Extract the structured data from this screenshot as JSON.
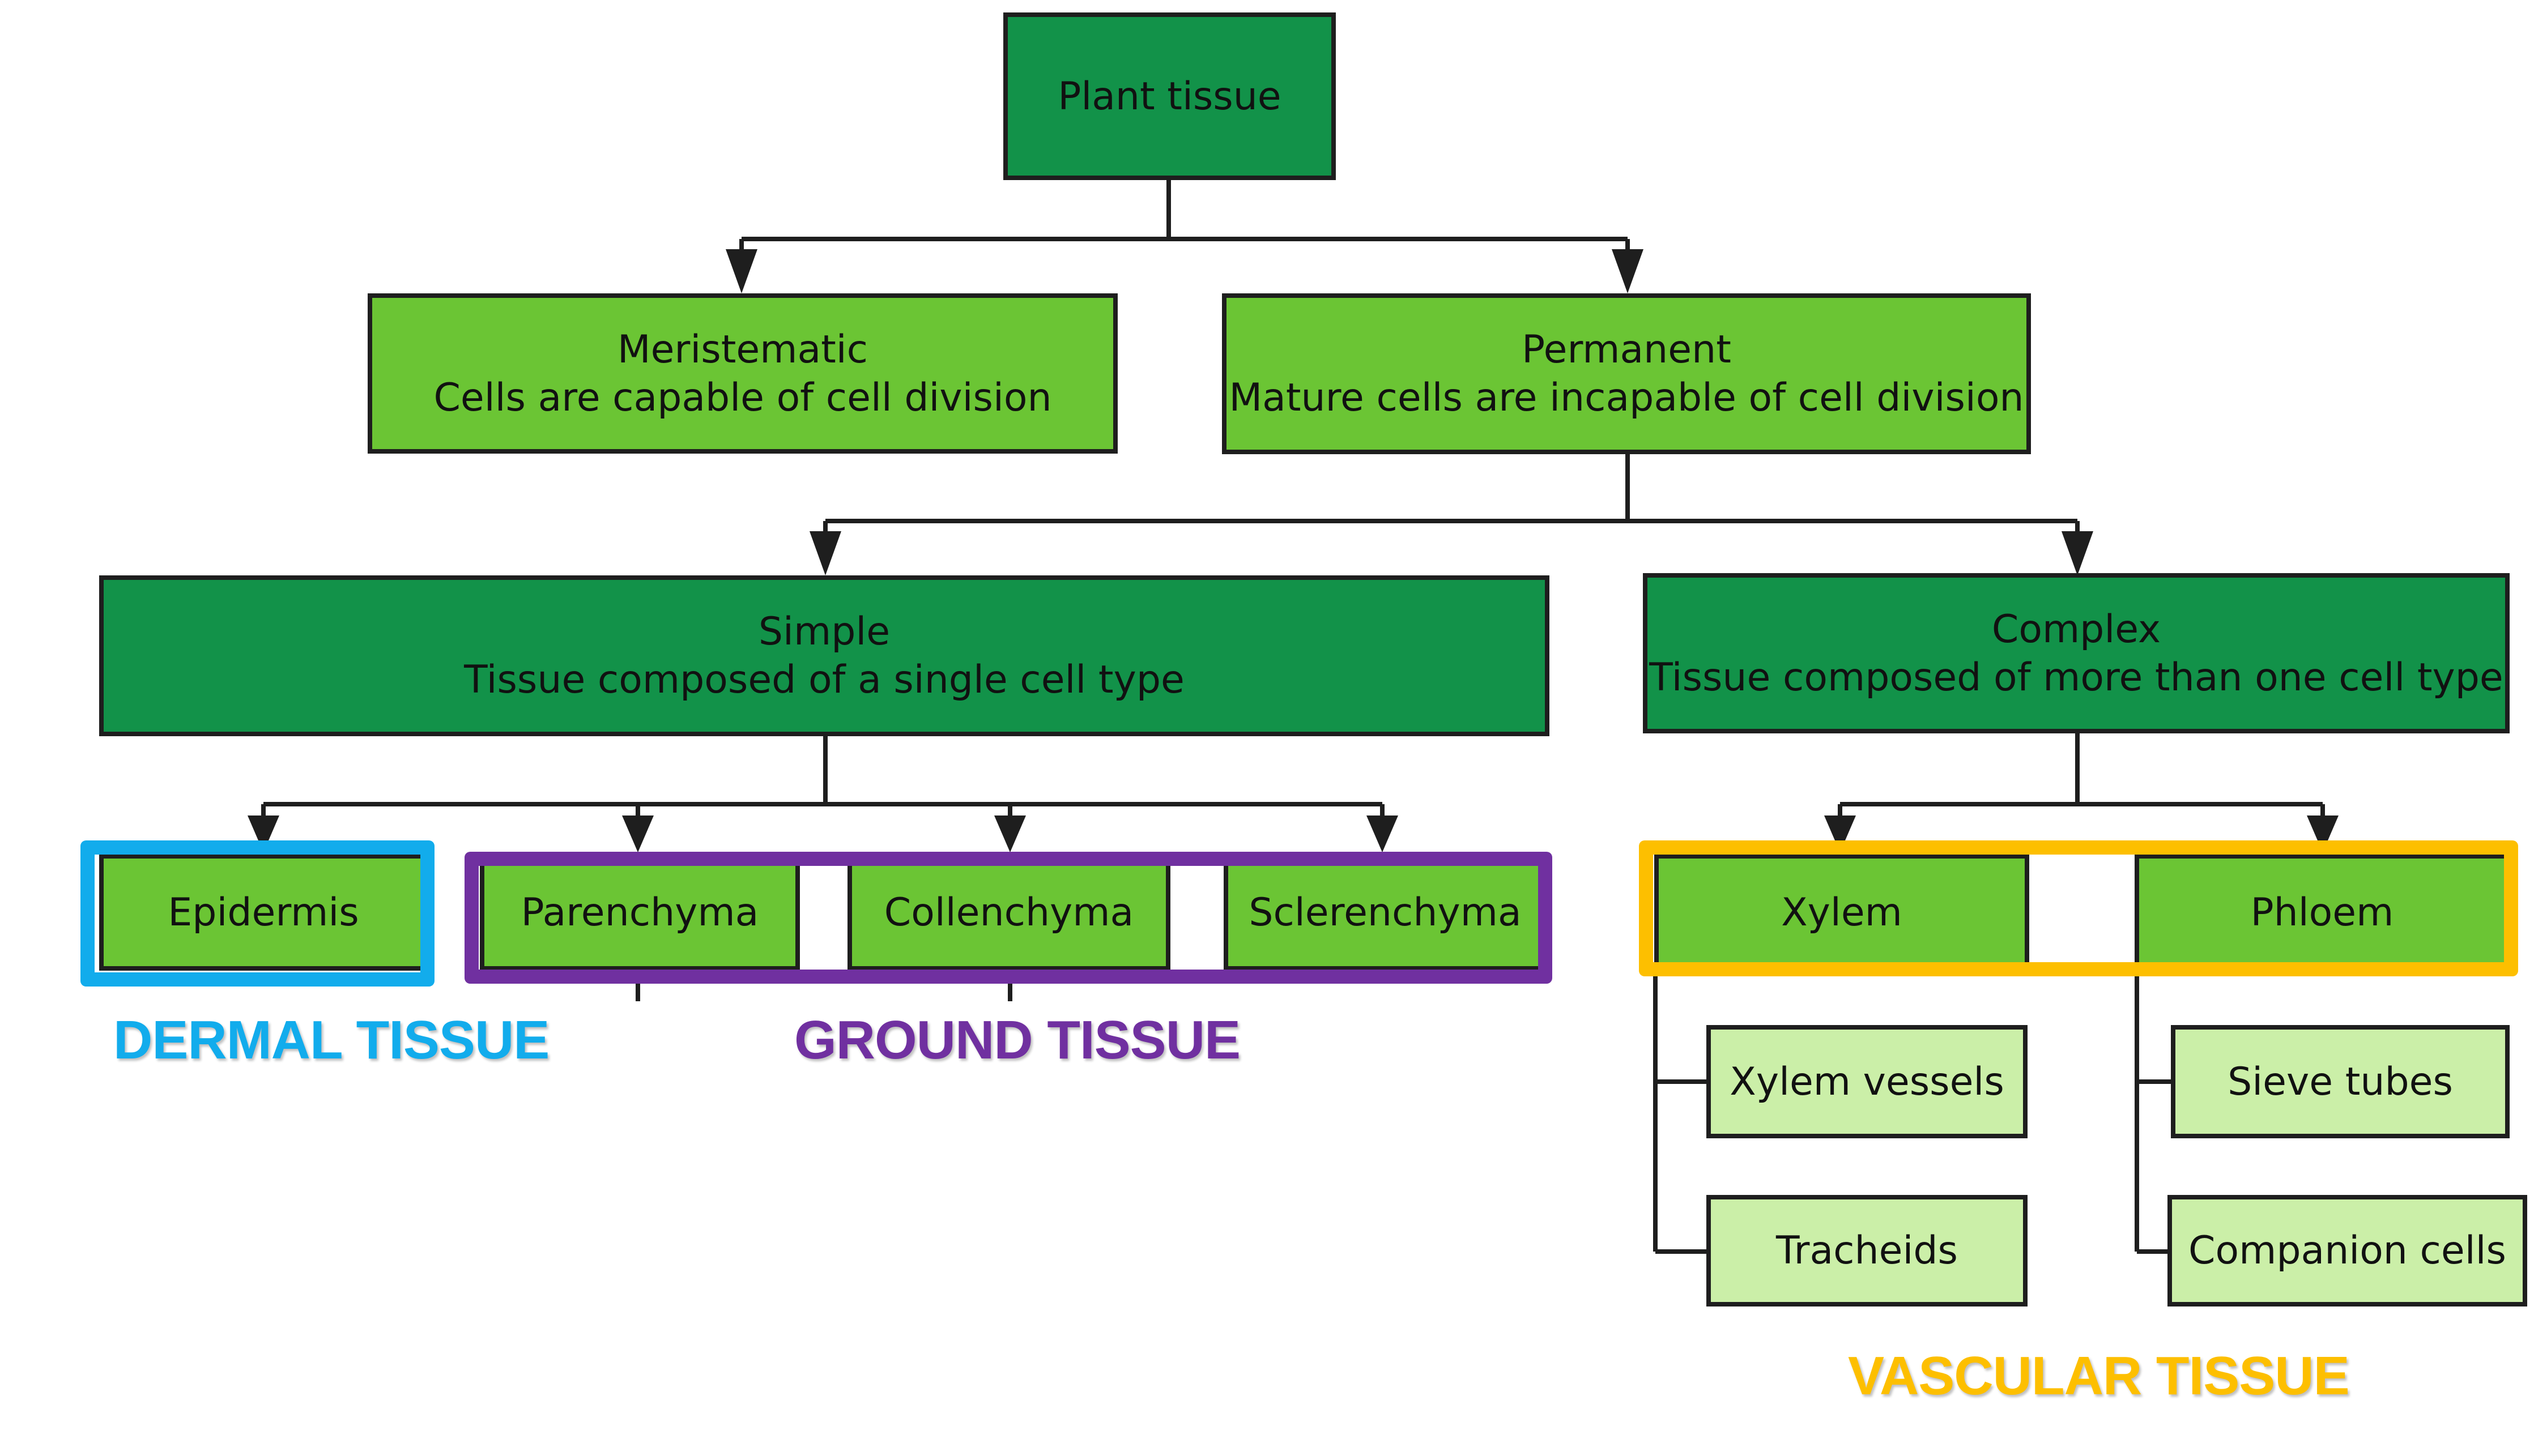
{
  "nodes": {
    "plant_tissue": {
      "title": "Plant tissue"
    },
    "meristematic": {
      "title": "Meristematic",
      "desc": "Cells are capable of cell division"
    },
    "permanent": {
      "title": "Permanent",
      "desc": "Mature cells are incapable of cell division"
    },
    "simple": {
      "title": "Simple",
      "desc": "Tissue composed of a single cell type"
    },
    "complex": {
      "title": "Complex",
      "desc": "Tissue composed of more than one cell type"
    },
    "epidermis": {
      "title": "Epidermis"
    },
    "parenchyma": {
      "title": "Parenchyma"
    },
    "collenchyma": {
      "title": "Collenchyma"
    },
    "sclerenchyma": {
      "title": "Sclerenchyma"
    },
    "xylem": {
      "title": "Xylem"
    },
    "phloem": {
      "title": "Phloem"
    },
    "xylem_vessels": {
      "title": "Xylem vessels"
    },
    "tracheids": {
      "title": "Tracheids"
    },
    "sieve_tubes": {
      "title": "Sieve tubes"
    },
    "companion_cells": {
      "title": "Companion cells"
    }
  },
  "groups": {
    "dermal": {
      "label": "DERMAL TISSUE",
      "color": "#12acec"
    },
    "ground": {
      "label": "GROUND TISSUE",
      "color": "#7030a0"
    },
    "vascular": {
      "label": "VASCULAR TISSUE",
      "color": "#fdbf00"
    }
  },
  "colors": {
    "dark_green": "#129249",
    "medium_green": "#6bc534",
    "light_green": "#cbefa8",
    "line": "#1e1e1e"
  }
}
